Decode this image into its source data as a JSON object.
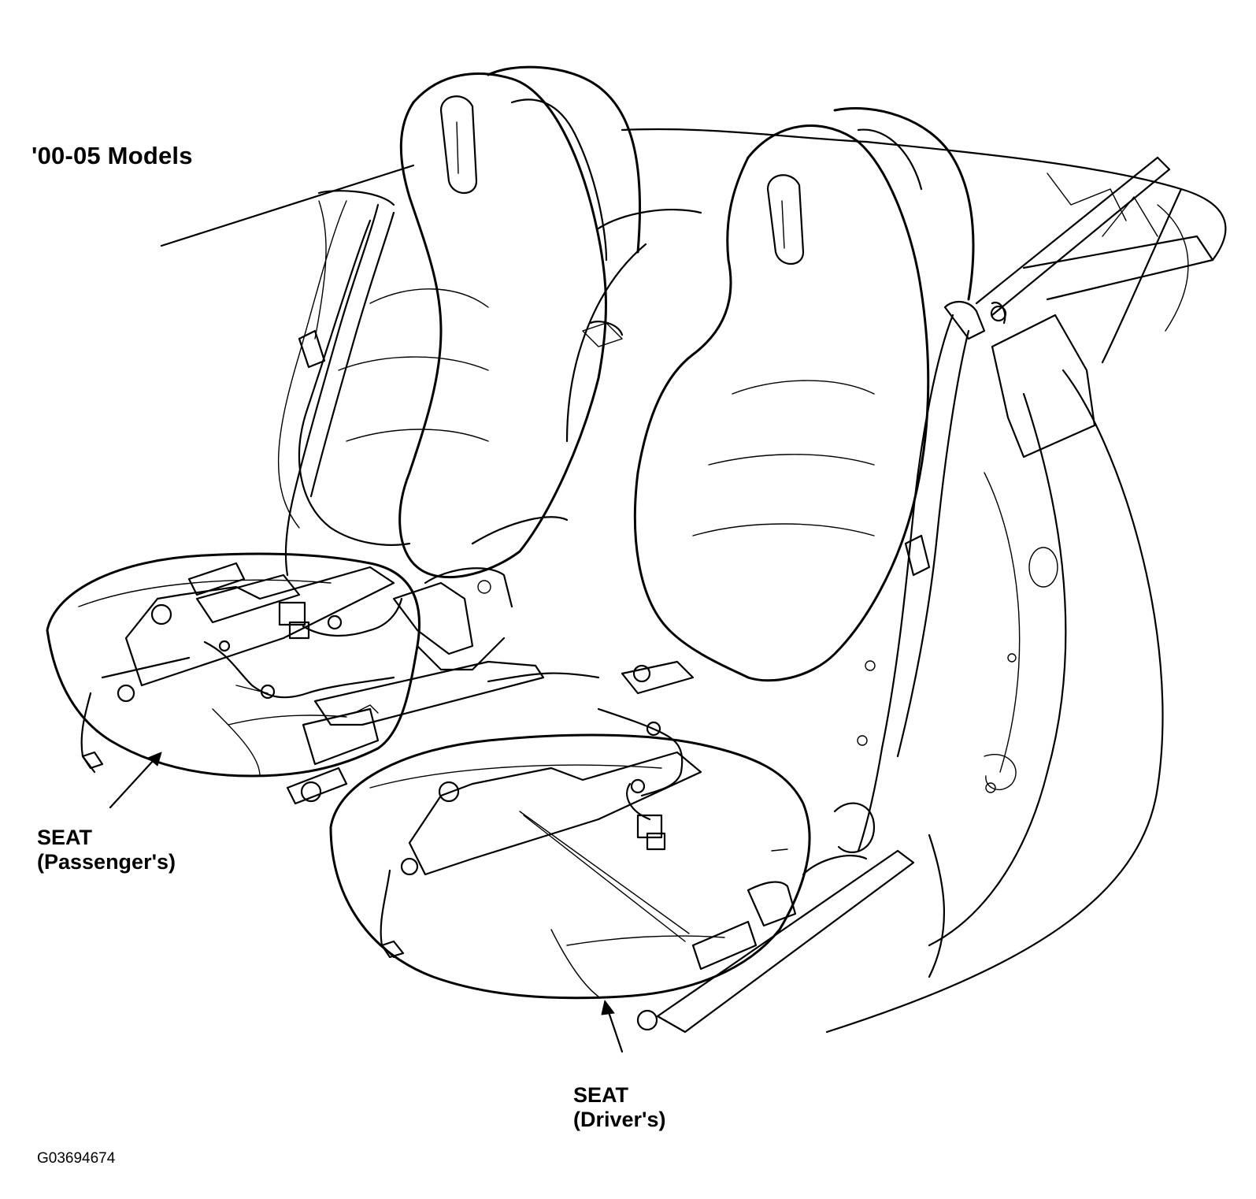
{
  "title": "'00-05 Models",
  "labels": {
    "passenger_seat": {
      "line1": "SEAT",
      "line2": "(Passenger's)"
    },
    "driver_seat": {
      "line1": "SEAT",
      "line2": "(Driver's)"
    }
  },
  "figure_id": "G03694674"
}
